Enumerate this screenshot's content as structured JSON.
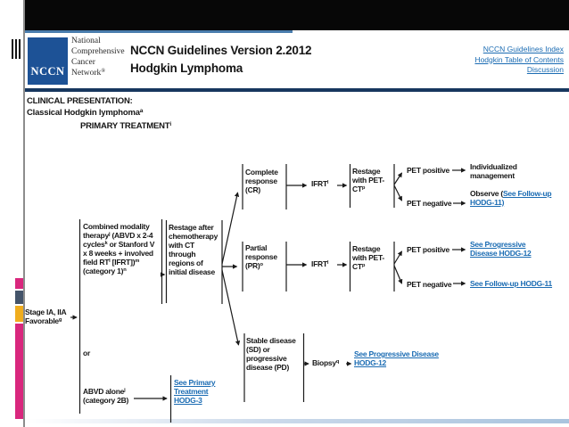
{
  "colors": {
    "accent_pink": "#d9277d",
    "accent_slate": "#44546a",
    "accent_yellow": "#f0ad1e",
    "link_blue": "#1b6cb3",
    "navy": "#17375e",
    "logo_blue": "#1d5296"
  },
  "header": {
    "logo_text": "NCCN",
    "org": [
      {
        "t": "National"
      },
      {
        "br": true
      },
      {
        "t": "Comprehensive"
      },
      {
        "br": true
      },
      {
        "t": "Cancer"
      },
      {
        "br": true
      },
      {
        "t": "Network"
      },
      {
        "s": "®"
      }
    ],
    "title_line1": "NCCN Guidelines Version 2.2012",
    "title_line2": "Hodgkin Lymphoma",
    "nav_links": [
      {
        "label": "NCCN Guidelines Index"
      },
      {
        "label": "Hodgkin Table of Contents"
      },
      {
        "label": "Discussion"
      }
    ]
  },
  "presentation": {
    "heading": "CLINICAL PRESENTATION:",
    "sub": [
      {
        "t": "Classical Hodgkin lymphoma"
      },
      {
        "s": "a"
      }
    ],
    "primary_treatment": [
      {
        "t": "PRIMARY TREATMENT"
      },
      {
        "s": "i"
      }
    ]
  },
  "flow": {
    "stage": [
      {
        "t": "Stage IA, IIA"
      },
      {
        "br": true
      },
      {
        "t": "Favorable"
      },
      {
        "s": "g"
      }
    ],
    "combined": [
      {
        "t": "Combined modality therapy"
      },
      {
        "s": "j"
      },
      {
        "t": " (ABVD x 2-4 cycles"
      },
      {
        "s": "k"
      },
      {
        "t": " or Stanford V x 8 weeks + involved field RT"
      },
      {
        "s": "l"
      },
      {
        "t": " [IFRT])"
      },
      {
        "s": "m"
      },
      {
        "t": " (category 1)"
      },
      {
        "s": "n"
      }
    ],
    "or_label": "or",
    "abvd": [
      {
        "t": "ABVD alone"
      },
      {
        "s": "j"
      },
      {
        "br": true
      },
      {
        "t": "(category 2B)"
      }
    ],
    "link_primary_hodg3": "See Primary Treatment HODG-3",
    "restage_ct": "Restage after chemotherapy with CT through regions of initial disease",
    "cr": "Complete response (CR)",
    "pr": [
      {
        "t": "Partial response (PR)"
      },
      {
        "s": "o"
      }
    ],
    "sd": "Stable disease (SD) or progressive disease (PD)",
    "ifrt": [
      {
        "t": "IFRT"
      },
      {
        "s": "l"
      }
    ],
    "restage_pet": [
      {
        "t": "Restage with PET-CT"
      },
      {
        "s": "p"
      }
    ],
    "pet_positive": "PET positive",
    "pet_negative": "PET negative",
    "individualized": "Individualized management",
    "observe_prefix": "Observe (",
    "link_followup_hodg11_paren": "See Follow-up HODG-11)",
    "link_followup_hodg11": "See Follow-up HODG-11",
    "link_progressive_hodg12": "See Progressive Disease HODG-12",
    "biopsy": [
      {
        "t": "Biopsy"
      },
      {
        "s": "q"
      }
    ]
  }
}
